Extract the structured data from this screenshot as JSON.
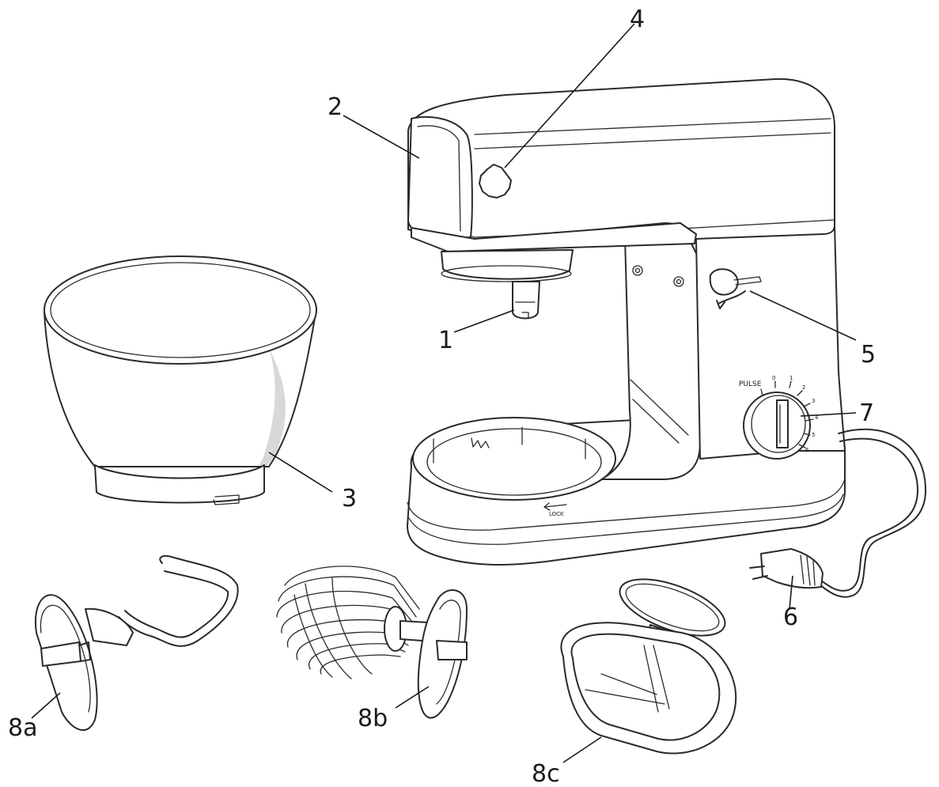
{
  "callouts": {
    "c1": "1",
    "c2": "2",
    "c3": "3",
    "c4": "4",
    "c5": "5",
    "c6": "6",
    "c7": "7",
    "c8a": "8a",
    "c8b": "8b",
    "c8c": "8c"
  },
  "dial": {
    "pulse": "PULSE",
    "s0": "0",
    "s1": "1",
    "s2": "2",
    "s3": "3",
    "s4": "4",
    "s5": "5",
    "s6": "6"
  },
  "base": {
    "lock": "LOCK"
  },
  "colors": {
    "line": "#2a2a2a",
    "background": "#ffffff",
    "bowl_shade": "#d8d8d8"
  }
}
